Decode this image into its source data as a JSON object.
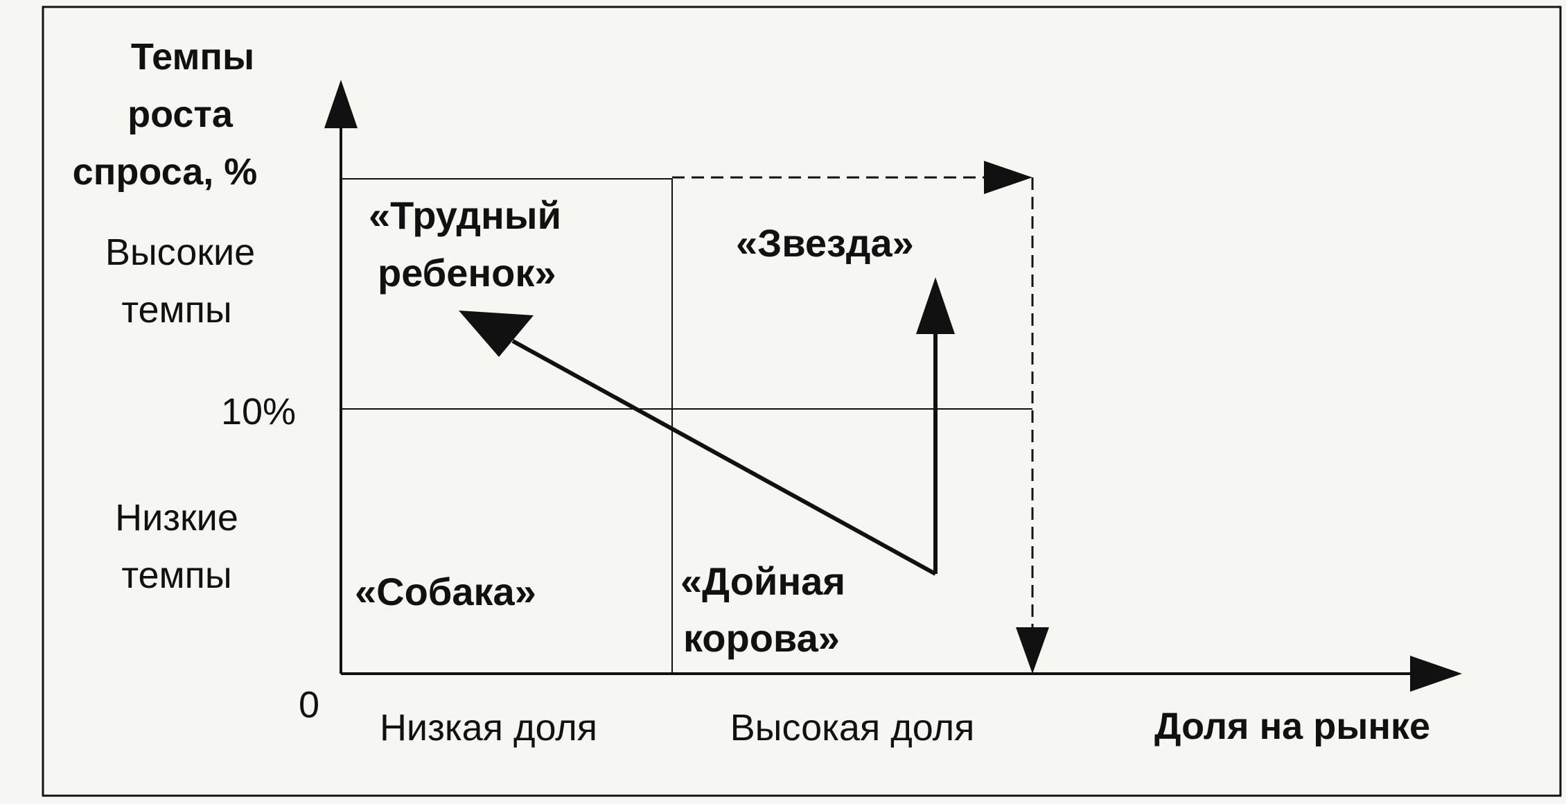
{
  "y_axis": {
    "title_lines": [
      "Темпы",
      "роста",
      "спроса, %"
    ],
    "high_lines": [
      "Высокие",
      "темпы"
    ],
    "threshold": "10%",
    "low_lines": [
      "Низкие",
      "темпы"
    ],
    "origin": "0"
  },
  "x_axis": {
    "low": "Низкая доля",
    "high": "Высокая доля",
    "title": "Доля на рынке"
  },
  "quadrants": {
    "question_mark": [
      "«Трудный",
      "ребенок»"
    ],
    "star": "«Звезда»",
    "dog": "«Собака»",
    "cash_cow": [
      "«Дойная",
      "корова»"
    ]
  },
  "colors": {
    "background": "#f6f6f3",
    "ink": "#111111"
  }
}
